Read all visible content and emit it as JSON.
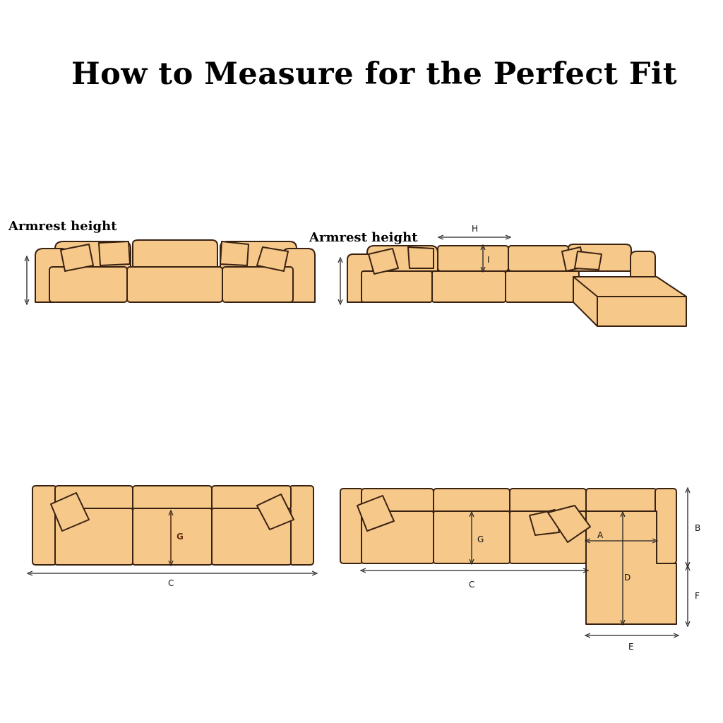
{
  "title": "How to Measure for the Perfect Fit",
  "labels": {
    "armrest_height_left": "Armrest height",
    "armrest_height_right": "Armrest height",
    "H": "H",
    "I": "I",
    "G_left": "G",
    "C_left": "C",
    "G_right": "G",
    "C_right": "C",
    "A": "A",
    "B": "B",
    "D": "D",
    "E": "E",
    "F": "F"
  },
  "colors": {
    "sofa_fill": "#f6c98b",
    "outline": "#3a2212",
    "arrow": "#222222"
  }
}
